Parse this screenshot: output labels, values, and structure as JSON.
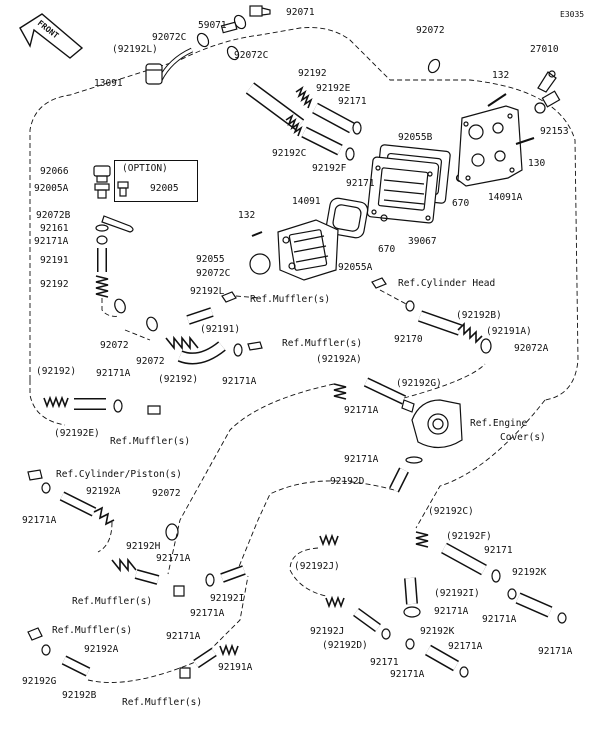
{
  "diagram_code": "E3035",
  "front_label": "FRONT",
  "option_label": "(OPTION)",
  "labels": [
    {
      "id": "p59071",
      "text": "59071"
    },
    {
      "id": "p92071",
      "text": "92071"
    },
    {
      "id": "p92072c_top",
      "text": "92072C"
    },
    {
      "id": "p92192l_top",
      "text": "(92192L)"
    },
    {
      "id": "p92072c_mid",
      "text": "92072C"
    },
    {
      "id": "p92072_top",
      "text": "92072"
    },
    {
      "id": "p27010",
      "text": "27010"
    },
    {
      "id": "p13091",
      "text": "13091"
    },
    {
      "id": "p132_top",
      "text": "132"
    },
    {
      "id": "p92192_a",
      "text": "92192"
    },
    {
      "id": "p92192e",
      "text": "92192E"
    },
    {
      "id": "p92171_a",
      "text": "92171"
    },
    {
      "id": "p92153",
      "text": "92153"
    },
    {
      "id": "p92055b",
      "text": "92055B"
    },
    {
      "id": "p130",
      "text": "130"
    },
    {
      "id": "p92192c",
      "text": "92192C"
    },
    {
      "id": "p92192f",
      "text": "92192F"
    },
    {
      "id": "p92171_b",
      "text": "92171"
    },
    {
      "id": "p14091a",
      "text": "14091A"
    },
    {
      "id": "p670_a",
      "text": "670"
    },
    {
      "id": "p92066",
      "text": "92066"
    },
    {
      "id": "p92005a",
      "text": "92005A"
    },
    {
      "id": "p92005",
      "text": "92005"
    },
    {
      "id": "p14091",
      "text": "14091"
    },
    {
      "id": "p92072b",
      "text": "92072B"
    },
    {
      "id": "p132_mid",
      "text": "132"
    },
    {
      "id": "p92161",
      "text": "92161"
    },
    {
      "id": "p92171a_a",
      "text": "92171A"
    },
    {
      "id": "p670_b",
      "text": "670"
    },
    {
      "id": "p39067",
      "text": "39067"
    },
    {
      "id": "p92191",
      "text": "92191"
    },
    {
      "id": "p92055",
      "text": "92055"
    },
    {
      "id": "p92055a",
      "text": "92055A"
    },
    {
      "id": "p92072c_low",
      "text": "92072C"
    },
    {
      "id": "p92192_b",
      "text": "92192"
    },
    {
      "id": "p92192l",
      "text": "92192L"
    },
    {
      "id": "p92072_a",
      "text": "92072"
    },
    {
      "id": "p92072_b",
      "text": "92072"
    },
    {
      "id": "p92191_paren",
      "text": "(92191)"
    },
    {
      "id": "p92192_paren",
      "text": "(92192)"
    },
    {
      "id": "p92171a_b",
      "text": "92171A"
    },
    {
      "id": "p92192b_paren",
      "text": "(92192B)"
    },
    {
      "id": "p92170",
      "text": "92170"
    },
    {
      "id": "p92191a_paren",
      "text": "(92191A)"
    },
    {
      "id": "p92072a",
      "text": "92072A"
    },
    {
      "id": "p92192a_paren",
      "text": "(92192A)"
    },
    {
      "id": "p92192g_paren",
      "text": "(92192G)"
    },
    {
      "id": "p92171a_c",
      "text": "92171A"
    },
    {
      "id": "p92192_paren_left",
      "text": "(92192)"
    },
    {
      "id": "p92171a_d",
      "text": "92171A"
    },
    {
      "id": "p92192e_paren",
      "text": "(92192E)"
    },
    {
      "id": "p92171a_e",
      "text": "92171A"
    },
    {
      "id": "p92192d",
      "text": "92192D"
    },
    {
      "id": "p92171a_f",
      "text": "92171A"
    },
    {
      "id": "p92192a",
      "text": "92192A"
    },
    {
      "id": "p92072_c",
      "text": "92072"
    },
    {
      "id": "p92192c_paren",
      "text": "(92192C)"
    },
    {
      "id": "p92192f_paren",
      "text": "(92192F)"
    },
    {
      "id": "p92171_c",
      "text": "92171"
    },
    {
      "id": "p92192h",
      "text": "92192H"
    },
    {
      "id": "p92171a_g",
      "text": "92171A"
    },
    {
      "id": "p92192j_paren",
      "text": "(92192J)"
    },
    {
      "id": "p92192k",
      "text": "92192K"
    },
    {
      "id": "p92192i",
      "text": "92192I"
    },
    {
      "id": "p92192i_paren",
      "text": "(92192I)"
    },
    {
      "id": "p92171a_h",
      "text": "92171A"
    },
    {
      "id": "p92171a_i",
      "text": "92171A"
    },
    {
      "id": "p92171a_j",
      "text": "92171A"
    },
    {
      "id": "p92171a_k",
      "text": "92171A"
    },
    {
      "id": "p92192a_b",
      "text": "92192A"
    },
    {
      "id": "p92192j",
      "text": "92192J"
    },
    {
      "id": "p92192d_paren",
      "text": "(92192D)"
    },
    {
      "id": "p92192k_b",
      "text": "92192K"
    },
    {
      "id": "p92171a_l",
      "text": "92171A"
    },
    {
      "id": "p92191a",
      "text": "92191A"
    },
    {
      "id": "p92171_d",
      "text": "92171"
    },
    {
      "id": "p92171a_m",
      "text": "92171A"
    },
    {
      "id": "p92171a_n",
      "text": "92171A"
    },
    {
      "id": "p92192g",
      "text": "92192G"
    },
    {
      "id": "p92192b",
      "text": "92192B"
    }
  ],
  "references": [
    {
      "id": "r_muffler_1",
      "text": "Ref.Muffler(s)"
    },
    {
      "id": "r_cyl_head",
      "text": "Ref.Cylinder Head"
    },
    {
      "id": "r_muffler_2",
      "text": "Ref.Muffler(s)"
    },
    {
      "id": "r_engine_1",
      "text": "Ref.Engine"
    },
    {
      "id": "r_engine_2",
      "text": "Cover(s)"
    },
    {
      "id": "r_muffler_3",
      "text": "Ref.Muffler(s)"
    },
    {
      "id": "r_cyl_piston",
      "text": "Ref.Cylinder/Piston(s)"
    },
    {
      "id": "r_muffler_4",
      "text": "Ref.Muffler(s)"
    },
    {
      "id": "r_muffler_5",
      "text": "Ref.Muffler(s)"
    },
    {
      "id": "r_muffler_6",
      "text": "Ref.Muffler(s)"
    }
  ]
}
